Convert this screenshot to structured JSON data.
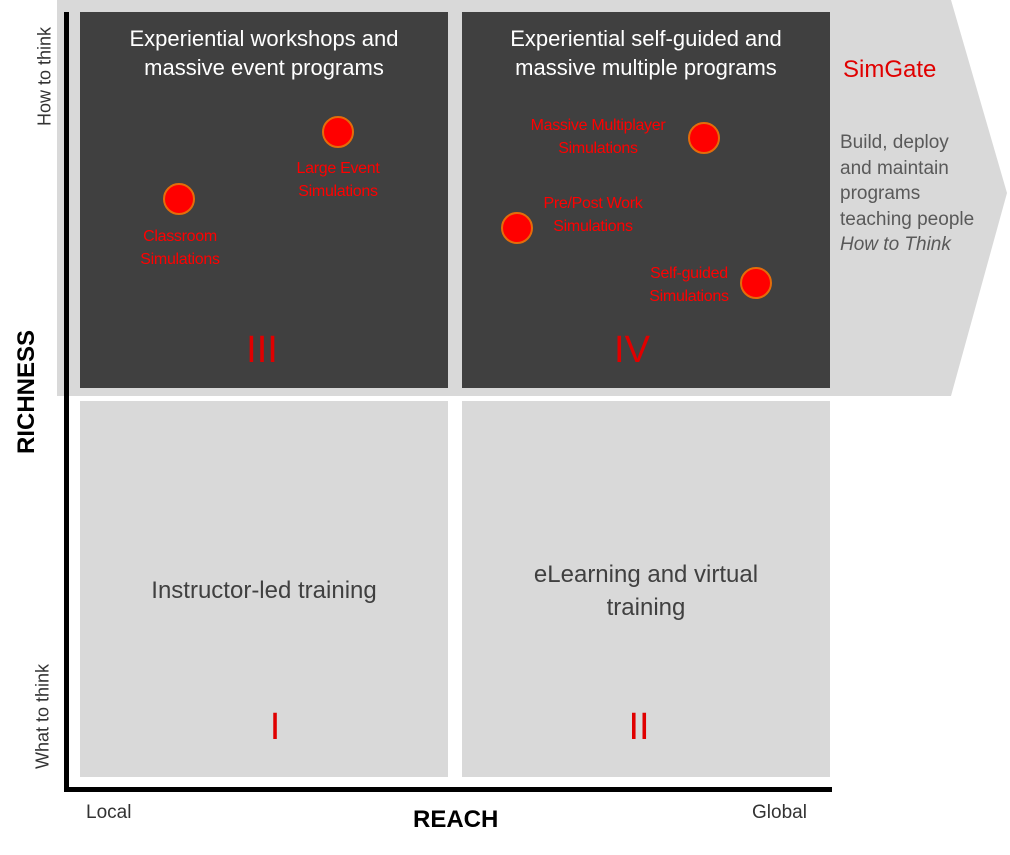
{
  "quadrants": {
    "III": {
      "title_line1": "Experiential workshops and",
      "title_line2": "massive event programs",
      "numeral": "III",
      "items": [
        {
          "label_line1": "Classroom",
          "label_line2": "Simulations"
        },
        {
          "label_line1": "Large Event",
          "label_line2": "Simulations"
        }
      ]
    },
    "IV": {
      "title_line1": "Experiential self-guided and",
      "title_line2": "massive multiple programs",
      "numeral": "IV",
      "items": [
        {
          "label_line1": "Massive Multiplayer",
          "label_line2": "Simulations"
        },
        {
          "label_line1": "Pre/Post Work",
          "label_line2": "Simulations"
        },
        {
          "label_line1": "Self-guided",
          "label_line2": "Simulations"
        }
      ]
    },
    "I": {
      "title_line1": "Instructor-led training",
      "numeral": "I"
    },
    "II": {
      "title_line1": "eLearning and virtual",
      "title_line2": "training",
      "numeral": "II"
    }
  },
  "axes": {
    "y_label": "RICHNESS",
    "y_top": "How to think",
    "y_bottom": "What to think",
    "x_label": "REACH",
    "x_left": "Local",
    "x_right": "Global"
  },
  "sidebar": {
    "brand": "SimGate",
    "text_lines": [
      "Build, deploy",
      "and maintain",
      "programs",
      "teaching people"
    ],
    "emphasis": "How to Think"
  },
  "colors": {
    "accent_red": "#ff0000",
    "dark_quadrant": "#404040",
    "light_quadrant": "#d9d9d9",
    "dot_border": "#e46c0a"
  }
}
